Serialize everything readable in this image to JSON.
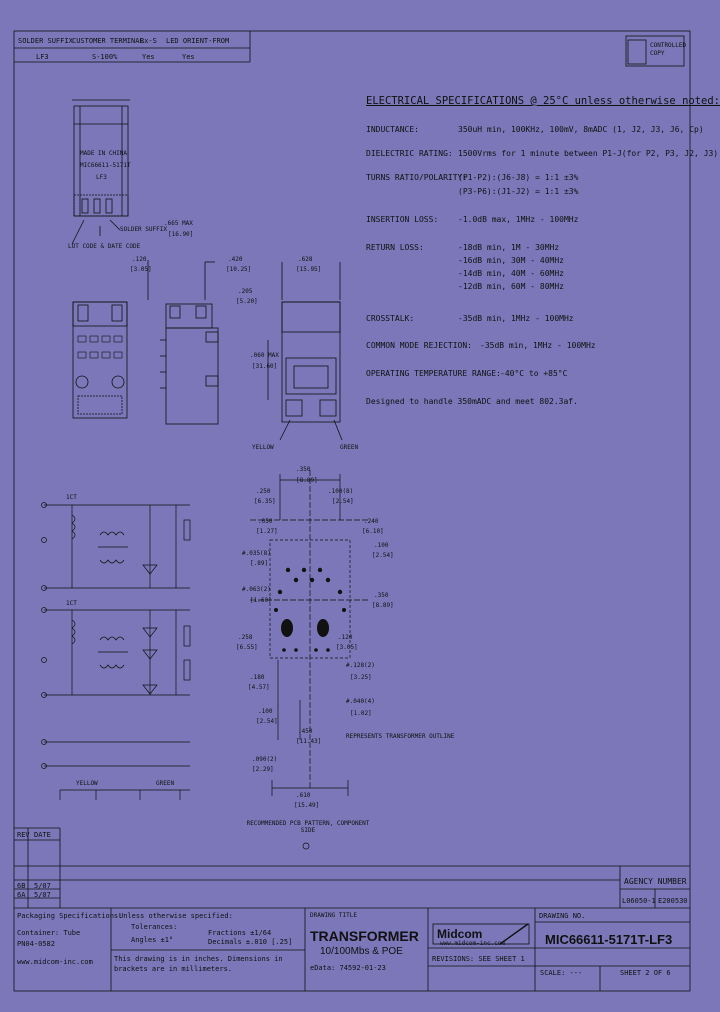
{
  "top_table": {
    "headers": [
      "SOLDER SUFFIX",
      "CUSTOMER TERMINAL",
      "Rx-S",
      "LED ORIENT-FROM"
    ],
    "row": [
      "LF3",
      "S-100%",
      "Yes",
      "Yes"
    ]
  },
  "top_logo_text": [
    "CONTROLLED",
    "COPY"
  ],
  "spec": {
    "title": "ELECTRICAL SPECIFICATIONS @ 25°C unless otherwise noted:",
    "rows": [
      {
        "label": "INDUCTANCE:",
        "value": "350uH min, 100KHz, 100mV, 8mADC  (1, J2, J3, J6, Cp)"
      },
      {
        "label": "DIELECTRIC RATING:",
        "value": "1500Vrms for 1 minute between P1-J(for P2, P3, J2, J3)"
      },
      {
        "label": "TURNS RATIO/POLARITY:",
        "value": "(P1-P2):(J6-J8) = 1:1 ±3%"
      },
      {
        "label": "",
        "value": "(P3-P6):(J1-J2) = 1:1 ±3%"
      },
      {
        "label": "INSERTION LOSS:",
        "value": "-1.0dB max, 1MHz - 100MHz"
      },
      {
        "label": "RETURN LOSS:",
        "value": "-18dB min, 1M - 30MHz"
      },
      {
        "label": "",
        "value": "-16dB min, 30M - 40MHz"
      },
      {
        "label": "",
        "value": "-14dB min, 40M - 60MHz"
      },
      {
        "label": "",
        "value": "-12dB min, 60M - 80MHz"
      },
      {
        "label": "CROSSTALK:",
        "value": "-35dB min, 1MHz - 100MHz"
      },
      {
        "label": "COMMON MODE REJECTION:",
        "value": "-35dB min, 1MHz - 100MHz"
      },
      {
        "label": "OPERATING TEMPERATURE RANGE:",
        "value": "-40°C to +85°C"
      }
    ],
    "note": "Designed to handle 350mADC and meet 802.3af."
  },
  "part_labels": [
    "YELLOW",
    "GREEN",
    "SOLDER SUFFIX",
    "LOT CODE & DATE CODE"
  ],
  "part_marking": [
    "MADE IN CHINA",
    "MIC66611-5171T",
    "LF3"
  ],
  "dims": [
    ".665 MAX",
    "[16.90]",
    ".120",
    "[3.05]",
    ".420",
    "[10.25]",
    ".628",
    "[15.95]",
    ".205",
    "[5.20]",
    ".060 MAX",
    "[31.60]"
  ],
  "pcb_dims": [
    ".350",
    "[8.89]",
    ".250",
    "[6.35]",
    ".100(8)",
    "[2.54]",
    ".050",
    "[1.27]",
    ".240",
    "[6.10]",
    ".100",
    "[2.54]",
    "#.035(8)",
    "[.89]",
    "#.063(2)",
    "[1.60]",
    ".350",
    "[8.89]",
    ".258",
    "[6.55]",
    ".120",
    "[3.05]",
    ".180",
    "[4.57]",
    "#.128(2)",
    "[3.25]",
    "#.040(4)",
    "[1.02]",
    ".100",
    "[2.54]",
    ".450",
    "[11.43]",
    ".090(2)",
    "[2.29]",
    ".610",
    "[15.49]"
  ],
  "pcb_note": "RECOMMENDED PCB PATTERN, COMPONENT SIDE",
  "outline_note": "REPRESENTS TRANSFORMER OUTLINE",
  "schematic_labels": [
    "1CT",
    "1CT",
    "YELLOW",
    "GREEN"
  ],
  "rev_table": {
    "headers": [
      "REV",
      "DATE"
    ],
    "rows": [
      [
        "6B",
        "5/07"
      ],
      [
        "6A",
        "5/07"
      ]
    ]
  },
  "title_block": {
    "agency_label": "AGENCY NUMBER",
    "agency_values": [
      "L06050-1",
      "E200530"
    ],
    "packaging_title": "Packaging Specifications:",
    "packaging_lines": [
      "Container: Tube",
      "PN04-0582"
    ],
    "website": "www.midcom-inc.com",
    "tolerances_intro": "Unless otherwise specified:",
    "tolerances": [
      "Tolerances:",
      "Fractions ±1/64",
      "Angles ±1°",
      "Decimals ±.010 [.25]"
    ],
    "mm_note": "This drawing is in inches.  Dimensions in brackets are in millimeters.",
    "drawing_title_label": "DRAWING TITLE",
    "drawing_title": "TRANSFORMER",
    "drawing_subtitle": "10/100Mbs & POE",
    "edata": "eData: 74592-01-23",
    "logo": "Midcom",
    "logo_url": "www.midcom-inc.com",
    "drawing_no_label": "DRAWING NO.",
    "drawing_no": "MIC66611-5171T-LF3",
    "revisions_note": "REVISIONS: SEE SHEET 1",
    "scale": "SCALE: ---",
    "sheet": "SHEET 2 OF 6"
  },
  "colors": {
    "background": "#7b77b8",
    "ink": "#111111"
  }
}
